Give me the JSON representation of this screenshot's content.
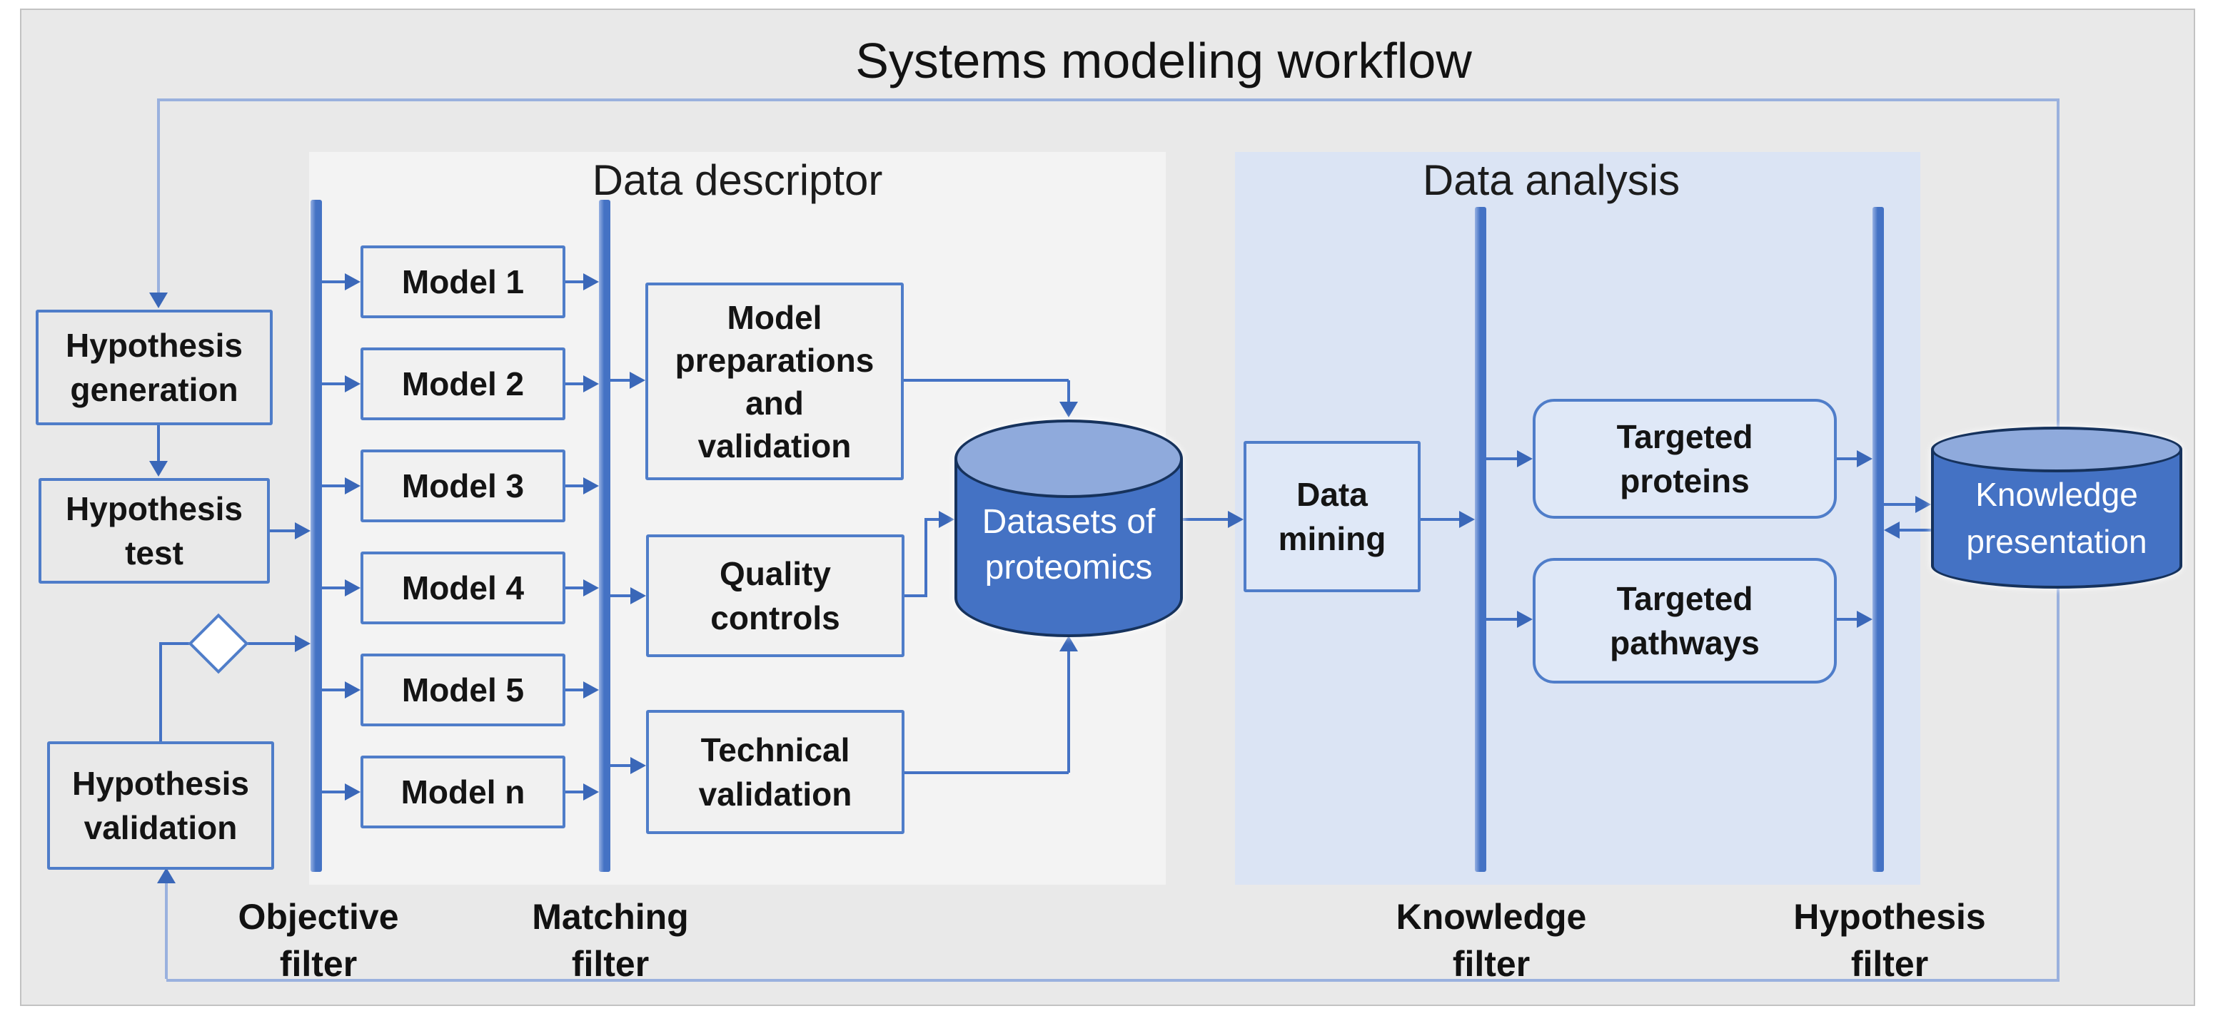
{
  "title": "Systems modeling workflow",
  "sections": {
    "descriptor": {
      "label": "Data descriptor"
    },
    "analysis": {
      "label": "Data analysis"
    }
  },
  "nodes": {
    "hypothesis_generation": {
      "label": "Hypothesis generation",
      "lines": [
        "Hypothesis",
        "generation"
      ]
    },
    "hypothesis_test": {
      "label": "Hypothesis test",
      "lines": [
        "Hypothesis",
        "test"
      ]
    },
    "hypothesis_validation": {
      "label": "Hypothesis validation",
      "lines": [
        "Hypothesis",
        "validation"
      ]
    },
    "models": [
      {
        "label": "Model 1"
      },
      {
        "label": "Model 2"
      },
      {
        "label": "Model 3"
      },
      {
        "label": "Model 4"
      },
      {
        "label": "Model 5"
      },
      {
        "label": "Model n"
      }
    ],
    "model_preparations": {
      "label": "Model preparations and validation",
      "lines": [
        "Model",
        "preparations",
        "and",
        "validation"
      ]
    },
    "quality_controls": {
      "label": "Quality controls",
      "lines": [
        "Quality",
        "controls"
      ]
    },
    "technical_validation": {
      "label": "Technical validation",
      "lines": [
        "Technical",
        "validation"
      ]
    },
    "datasets_of_proteomics": {
      "label": "Datasets of proteomics",
      "lines": [
        "Datasets of",
        "proteomics"
      ]
    },
    "data_mining": {
      "label": "Data mining",
      "lines": [
        "Data",
        "mining"
      ]
    },
    "targeted_proteins": {
      "label": "Targeted proteins",
      "lines": [
        "Targeted",
        "proteins"
      ]
    },
    "targeted_pathways": {
      "label": "Targeted pathways",
      "lines": [
        "Targeted",
        "pathways"
      ]
    },
    "knowledge_presentation": {
      "label": "Knowledge presentation",
      "lines": [
        "Knowledge",
        "presentation"
      ]
    }
  },
  "filters": [
    {
      "label": "Objective filter",
      "lines": [
        "Objective",
        "filter"
      ]
    },
    {
      "label": "Matching filter",
      "lines": [
        "Matching",
        "filter"
      ]
    },
    {
      "label": "Knowledge filter",
      "lines": [
        "Knowledge",
        "filter"
      ]
    },
    {
      "label": "Hypothesis filter",
      "lines": [
        "Hypothesis",
        "filter"
      ]
    }
  ],
  "colors": {
    "accent_blue": "#4472c4",
    "loop_line": "#9ab1de",
    "cylinder_body": "#4472c4",
    "cylinder_top": "#8faadc",
    "cylinder_outline": "#16325c",
    "panel_descriptor": "#f3f3f3",
    "panel_analysis": "#dbe4f4",
    "canvas_background": "#e9e9e9",
    "box_border": "#4f7dc9",
    "text": "#141414"
  }
}
